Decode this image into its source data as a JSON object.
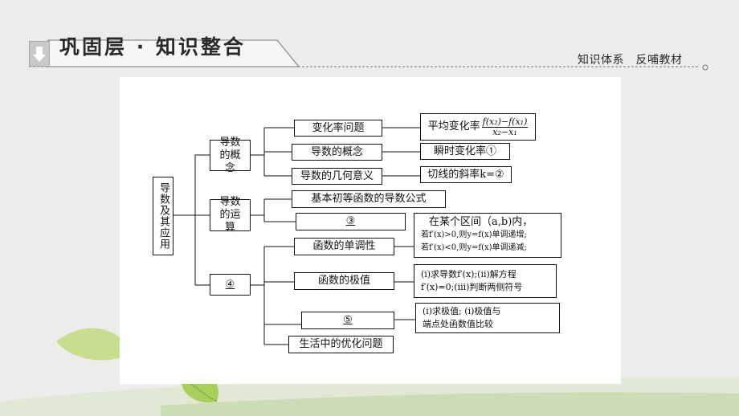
{
  "header": {
    "title": "巩固层 · 知识整合",
    "subtitle": "知识体系　反哺教材"
  },
  "diagram": {
    "root": "导数及其应用",
    "branches": {
      "concept": "导数的概念",
      "operation": "导数的运算",
      "application": "④"
    },
    "concept_items": {
      "rate": "变化率问题",
      "definition": "导数的概念",
      "geometric": "导数的几何意义"
    },
    "concept_details": {
      "avg_rate_prefix": "平均变化率",
      "avg_rate_num": "f(x₂)−f(x₁)",
      "avg_rate_den": "x₂−x₁",
      "instant_rate": "瞬时变化率①",
      "tangent_slope": "切线的斜率k=②"
    },
    "operation_items": {
      "formula": "基本初等函数的导数公式",
      "blank3": "③"
    },
    "application_items": {
      "monotonic": "函数的单调性",
      "extreme": "函数的极值",
      "blank5": "⑤",
      "optimization": "生活中的优化问题"
    },
    "application_details": {
      "mono_line1": "在某个区间（a,b)内，",
      "mono_line2": "若f′(x)>0,则y=f(x)单调递增;",
      "mono_line3": "若f′(x)<0,则y=f(x)单调递减;",
      "extreme_line1": "(ⅰ)求导数f′(x);(ii)解方程",
      "extreme_line2": "f′(x)=0;(iii)判断两侧符号",
      "max_line1": "(ⅰ)求极值; (ⅰ)极值与",
      "max_line2": "端点处函数值比较"
    }
  }
}
